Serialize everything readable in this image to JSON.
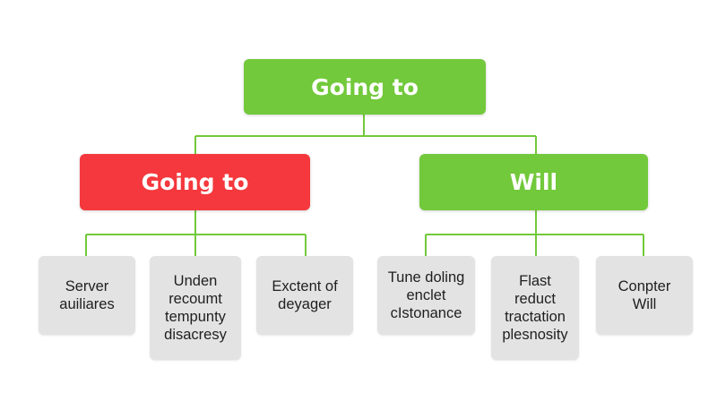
{
  "colors": {
    "green": "#72c93b",
    "red": "#f5383d",
    "leaf_bg": "#e3e3e3",
    "connector": "#72c93b"
  },
  "root": {
    "label": "Going to"
  },
  "branches": [
    {
      "label": "Going to",
      "color": "red",
      "leaves": [
        "Server\nauiliares",
        "Unden\nrecoumt\ntempunty\ndisacresy",
        "Exctent of\ndeyager"
      ]
    },
    {
      "label": "Will",
      "color": "green",
      "leaves": [
        "Tune doling\nenclet\ncIstonance",
        "Flast\nreduct\ntractation\nplesnosity",
        "Conpter\nWill"
      ]
    }
  ]
}
